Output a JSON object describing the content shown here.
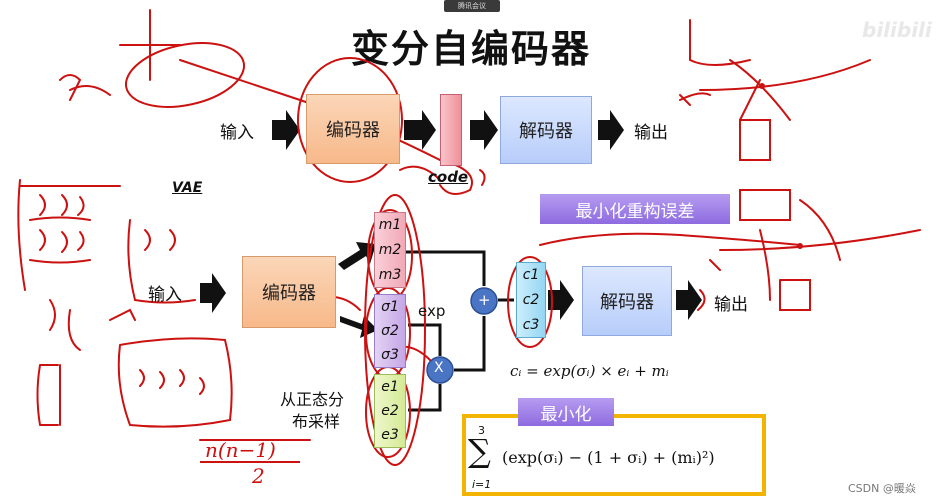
{
  "overlay_label": "腾讯会议",
  "title": "变分自编码器",
  "top_row": {
    "input": "输入",
    "encoder": "编码器",
    "code": "code",
    "decoder": "解码器",
    "output": "输出"
  },
  "vae_label": "VAE",
  "banner_reconstruct": "最小化重构误差",
  "vae_row": {
    "input": "输入",
    "encoder": "编码器",
    "decoder": "解码器",
    "output": "输出",
    "m": [
      "m1",
      "m2",
      "m3"
    ],
    "sigma": [
      "σ1",
      "σ2",
      "σ3"
    ],
    "e": [
      "e1",
      "e2",
      "e3"
    ],
    "c": [
      "c1",
      "c2",
      "c3"
    ],
    "exp_label": "exp",
    "plus": "+",
    "times": "X",
    "sample_line1": "从正态分",
    "sample_line2": "布采样",
    "formula_c": "cᵢ = exp(σᵢ) × eᵢ + mᵢ"
  },
  "banner_minimize": "最小化",
  "loss_formula": {
    "upper": "3",
    "lower": "i=1",
    "sigma": "∑",
    "body": "(exp(σᵢ) − (1 + σᵢ) + (mᵢ)²)"
  },
  "handwriting": {
    "nn": "n(n−1)",
    "two": "2"
  },
  "watermark": "CSDN @暖焱",
  "logo": "bilibili",
  "colors": {
    "encoder": "#f7b98a",
    "decoder": "#b7cdfa",
    "code": "#f4a8b0",
    "ink": "#cc1111",
    "banner": "#9a78e6",
    "loss_border": "#f2b400"
  }
}
